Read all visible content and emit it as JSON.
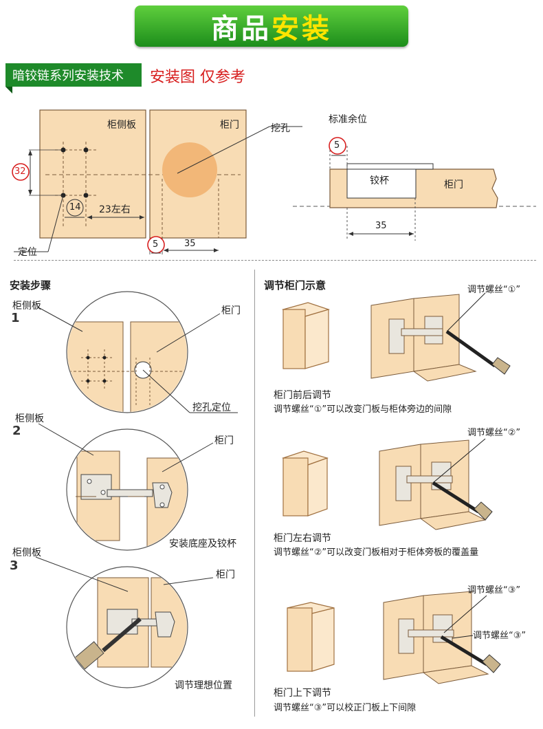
{
  "banner": {
    "part1": "商品",
    "part2": "安装"
  },
  "header": {
    "tag": "暗铰链系列安装技术",
    "subtitle": "安装图 仅参考"
  },
  "top_left": {
    "side_panel_label": "柜侧板",
    "door_label": "柜门",
    "hole_label": "挖孔",
    "dim_32": "32",
    "dim_14": "14",
    "dim_23": "23左右",
    "dim_5": "5",
    "dim_35": "35",
    "position_label": "定位"
  },
  "top_right": {
    "standard_margin": "标准余位",
    "dim_5": "5",
    "cup_label": "铰杯",
    "door_label": "柜门",
    "dim_35": "35"
  },
  "install_steps": {
    "title": "安装步骤",
    "step1": {
      "num": "1",
      "side_label": "柜侧板",
      "door_label": "柜门",
      "caption": "挖孔定位"
    },
    "step2": {
      "num": "2",
      "side_label": "柜侧板",
      "door_label": "柜门",
      "caption": "安装底座及铰杯"
    },
    "step3": {
      "num": "3",
      "side_label": "柜侧板",
      "door_label": "柜门",
      "caption": "调节理想位置"
    }
  },
  "adjust": {
    "title": "调节柜门示意",
    "items": [
      {
        "screw_label": "调节螺丝“①”",
        "caption": "柜门前后调节",
        "desc": "调节螺丝“①”可以改变门板与柜体旁边的间隙"
      },
      {
        "screw_label": "调节螺丝“②”",
        "caption": "柜门左右调节",
        "desc": "调节螺丝“②”可以改变门板相对于柜体旁板的覆盖量"
      },
      {
        "screw_label": "调节螺丝“③”",
        "screw_label2": "调节螺丝“③”",
        "caption": "柜门上下调节",
        "desc": "调节螺丝“③”可以校正门板上下间隙"
      }
    ]
  },
  "colors": {
    "panel": "#f8dcb4",
    "panel_edge": "#7a5a3a",
    "hole": "#f2b778",
    "green": "#1e8a2a",
    "red": "#d71e1e"
  }
}
